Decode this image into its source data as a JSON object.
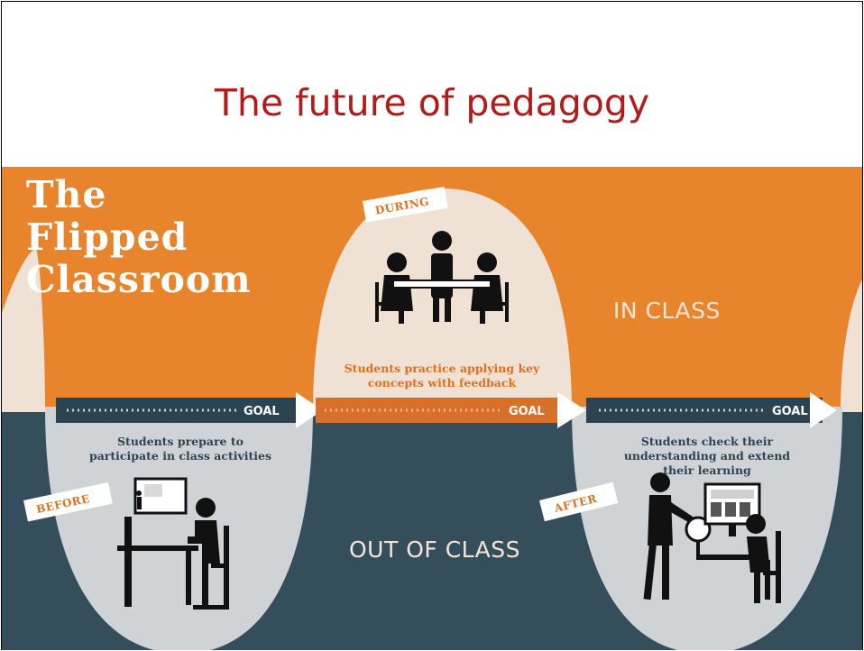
{
  "slide": {
    "title": "The future of pedagogy"
  },
  "diagram": {
    "heading": [
      "The",
      "Flipped",
      "Classroom"
    ],
    "in_class_label": "IN CLASS",
    "out_of_class_label": "OUT OF CLASS",
    "goal_label": "GOAL",
    "stages": {
      "before": {
        "tag": "BEFORE",
        "text": [
          "Students prepare to",
          "participate in class activities"
        ]
      },
      "during": {
        "tag": "DURING",
        "text": [
          "Students practice applying key",
          "concepts with feedback"
        ]
      },
      "after": {
        "tag": "AFTER",
        "text": [
          "Students check their",
          "understanding and extend",
          "their learning"
        ]
      }
    },
    "colors": {
      "orange": "#e8842b",
      "slate": "#354e5c",
      "cream": "#efe1d4",
      "grey_lobe": "#cfd3d6",
      "accent_text": "#e0701e",
      "title_red": "#b31b1b"
    },
    "icons": [
      "students-at-table-icon",
      "student-at-desk-icon",
      "teacher-with-globe-icon"
    ]
  }
}
